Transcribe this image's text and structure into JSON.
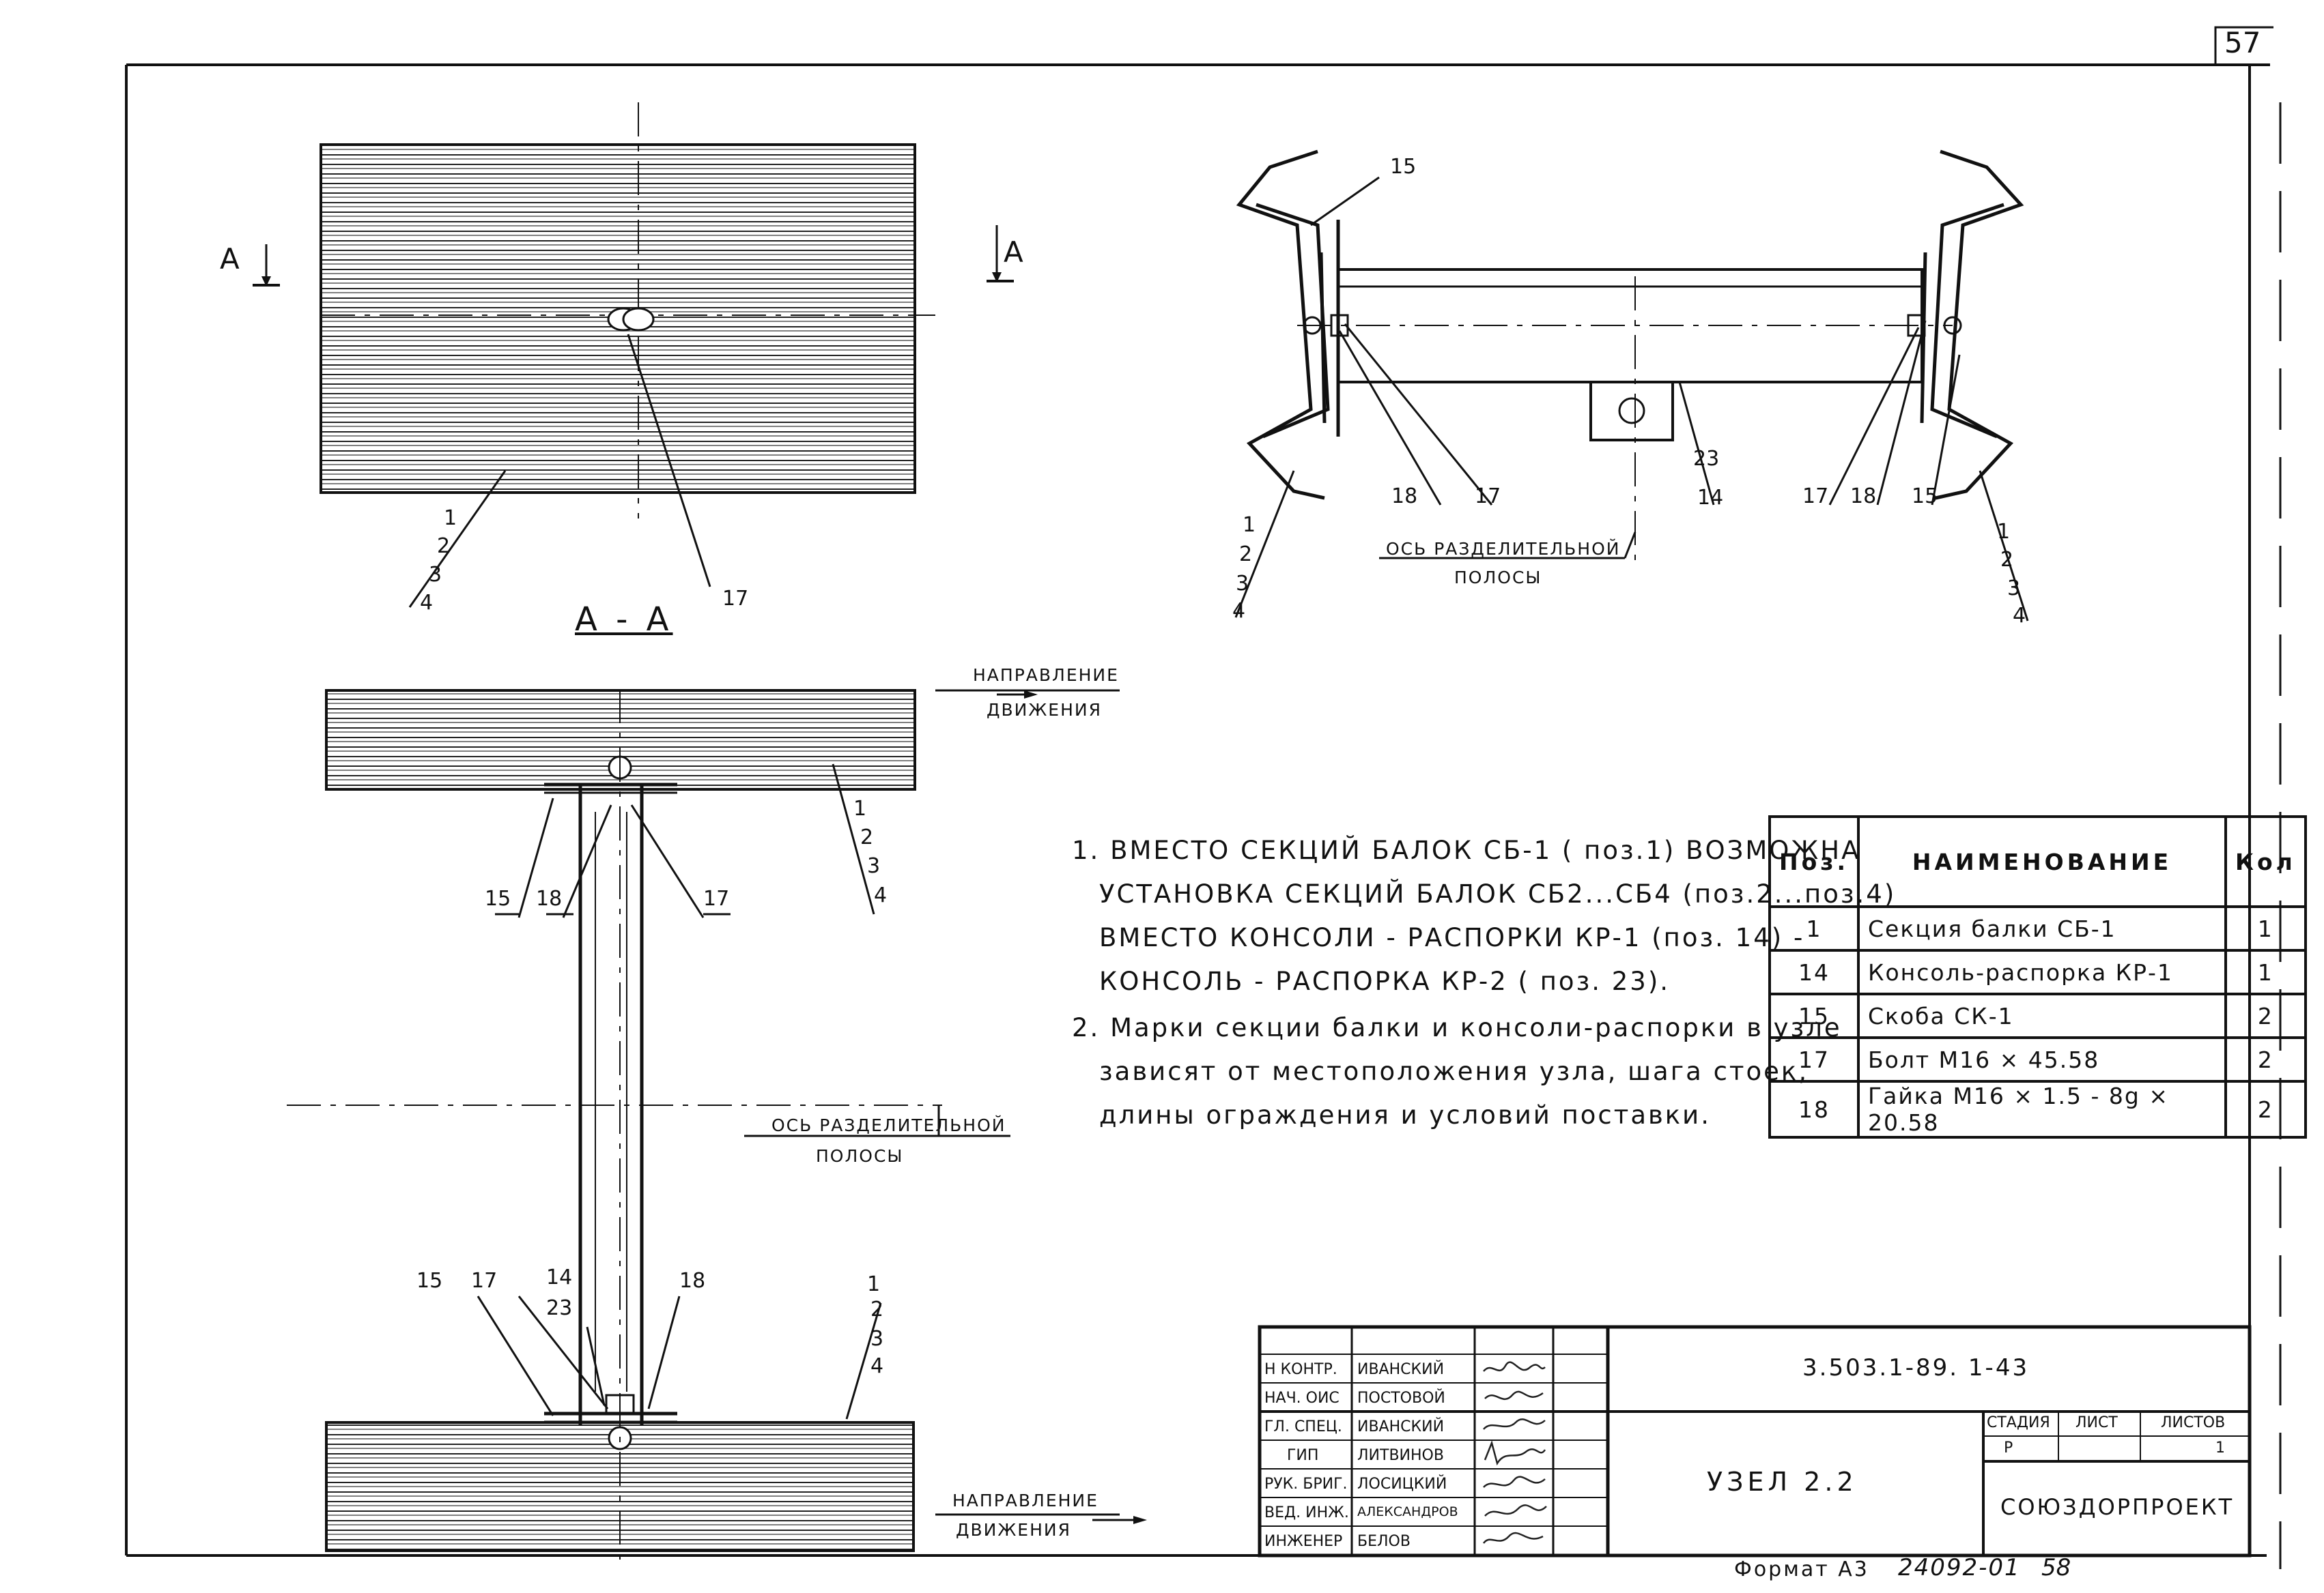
{
  "sheet": {
    "number": "57"
  },
  "views": {
    "section_marker": "A",
    "section_title": "A - A",
    "axis_label_line1": "ОСЬ РАЗДЕЛИТЕЛЬНОЙ",
    "axis_label_line2": "ПОЛОСЫ",
    "direction_line1": "НАПРАВЛЕНИЕ",
    "direction_line2": "ДВИЖЕНИЯ"
  },
  "callouts": {
    "p1": "1",
    "p2": "2",
    "p3": "3",
    "p4": "4",
    "p14": "14",
    "p15": "15",
    "p17": "17",
    "p18": "18",
    "p23": "23"
  },
  "notes": [
    "1. ВМЕСТО СЕКЦИЙ БАЛОК СБ-1 ( поз.1) ВОЗМОЖНА",
    "УСТАНОВКА СЕКЦИЙ БАЛОК СБ2...СБ4 (поз.2...поз.4)",
    "ВМЕСТО КОНСОЛИ - РАСПОРКИ КР-1 (поз. 14) -",
    "КОНСОЛЬ - РАСПОРКА КР-2 ( поз. 23).",
    "2. Марки секции балки и консоли-распорки в узле",
    "зависят от местоположения узла, шага стоек,",
    "длины ограждения и условий поставки."
  ],
  "spec_table": {
    "headers": {
      "pos": "Поз.",
      "name": "НАИМЕНОВАНИЕ",
      "qty": "Кол"
    },
    "rows": [
      {
        "pos": "1",
        "name": "Секция балки СБ-1",
        "qty": "1"
      },
      {
        "pos": "14",
        "name": "Консоль-распорка КР-1",
        "qty": "1"
      },
      {
        "pos": "15",
        "name": "Скоба СК-1",
        "qty": "2"
      },
      {
        "pos": "17",
        "name": "Болт М16 × 45.58",
        "qty": "2"
      },
      {
        "pos": "18",
        "name": "Гайка М16 × 1.5 - 8g × 20.58",
        "qty": "2"
      }
    ]
  },
  "title_block": {
    "roles": [
      "Н КОНТР.",
      "НАЧ. ОИС",
      "ГЛ. СПЕЦ.",
      "ГИП",
      "РУК. БРИГ.",
      "ВЕД. ИНЖ.",
      "ИНЖЕНЕР"
    ],
    "names": [
      "ИВАНСКИЙ",
      "ПОСТОВОЙ",
      "ИВАНСКИЙ",
      "ЛИТВИНОВ",
      "ЛОСИЦКИЙ",
      "АЛЕКСАНДРОВ",
      "БЕЛОВ"
    ],
    "designation": "3.503.1-89. 1-43",
    "title": "УЗЕЛ 2.2",
    "stage_label": "СТАДИЯ",
    "sheet_label": "ЛИСТ",
    "sheets_label": "ЛИСТОВ",
    "stage": "Р",
    "sheets": "1",
    "organization": "СОЮЗДОРПРОЕКТ"
  },
  "footer": {
    "format": "Формат А3",
    "inventory": "24092-01",
    "page": "58"
  }
}
